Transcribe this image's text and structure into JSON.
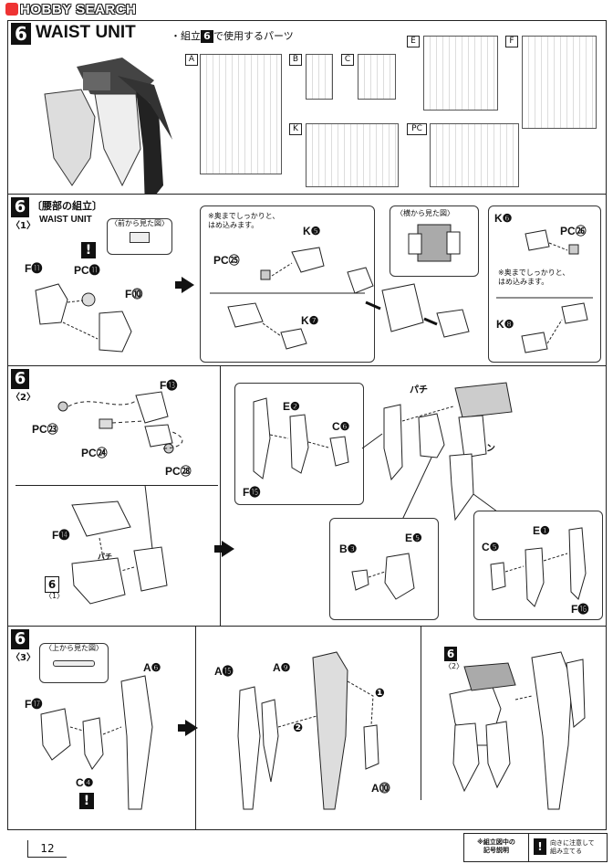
{
  "watermark": "HOBBY SEARCH",
  "step": {
    "number": "6",
    "title": "WAIST UNIT",
    "parts_note_prefix": "・組立",
    "parts_note_num": "6",
    "parts_note_suffix": "で使用するパーツ",
    "runners": [
      "A",
      "B",
      "C",
      "E",
      "F",
      "K",
      "PC"
    ]
  },
  "sub1": {
    "num": "6",
    "sub": "〈1〉",
    "jp_title": "〔腰部の組立〕",
    "en_title": "WAIST UNIT",
    "front_view": "〈前から見た図〉",
    "side_view": "〈横から見た図〉",
    "press_note": "※奥までしっかりと、\nはめ込みます。",
    "labels": {
      "f11": "F⓫",
      "pc11": "PC⓫",
      "f10": "F⓾",
      "pc25a": "PC㉕",
      "k5": "K❺",
      "k7": "K❼",
      "k6": "K❻",
      "pc26": "PC㉖",
      "k8": "K❽"
    }
  },
  "sub2": {
    "num": "6",
    "sub": "〈2〉",
    "ref_num": "6",
    "ref_sub": "〈1〉",
    "labels": {
      "pc23": "PC㉓",
      "pc24": "PC㉔",
      "pc28": "PC㉘",
      "f13": "F⓭",
      "f14": "F⓮",
      "e2": "E❷",
      "c6": "C❻",
      "f15": "F⓯",
      "b3": "B❸",
      "e5": "E❺",
      "c5": "C❺",
      "e1": "E❶",
      "f16": "F⓰"
    },
    "sfx1": "パチ",
    "sfx2": "パチン"
  },
  "sub3": {
    "num": "6",
    "sub": "〈3〉",
    "ref_num": "6",
    "ref_sub": "〈2〉",
    "top_view": "〈上から見た図〉",
    "labels": {
      "a6": "A❻",
      "f17": "F⓱",
      "c4": "C❹",
      "a15": "A⓯",
      "a9": "A❾",
      "a10": "A⓾"
    },
    "steps": [
      "❶",
      "❷"
    ]
  },
  "footer": {
    "page": "12",
    "legend_note": "※組立図中の\n記号説明",
    "legend_text": "向きに注意して\n組み立てる"
  }
}
